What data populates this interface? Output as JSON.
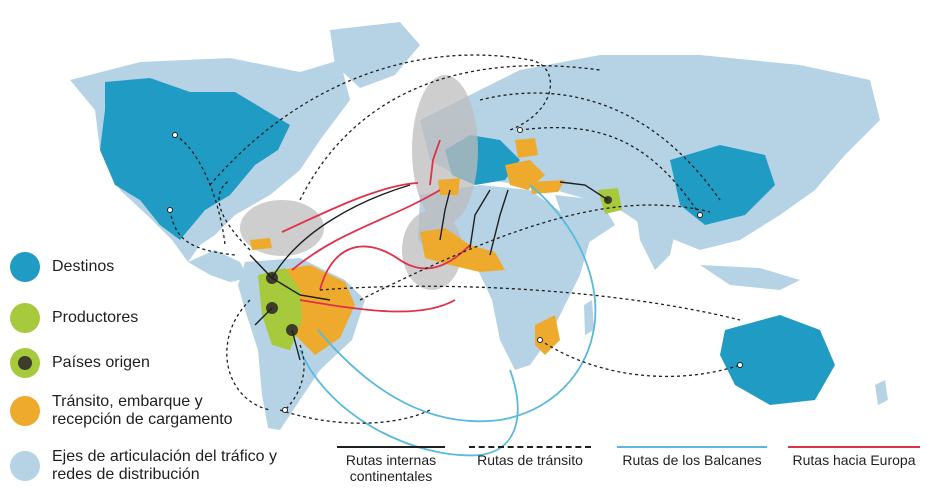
{
  "colors": {
    "ocean": "#ffffff",
    "land": "#b6d3e6",
    "destinos": "#1f9bc4",
    "productores": "#a7c93c",
    "origen": "#3d3d2b",
    "transito": "#eeaa2c",
    "ejes": "#b6d3e6",
    "corridor": "#bdbdbd",
    "route_internal": "#1f1f1f",
    "route_transit": "#1f1f1f",
    "route_balkans": "#5ab9dc",
    "route_europe": "#e0304a"
  },
  "legend": {
    "items": [
      {
        "label": "Destinos",
        "key": "destinos"
      },
      {
        "label": "Productores",
        "key": "productores"
      },
      {
        "label": "Países origen",
        "key": "origen"
      },
      {
        "label": "Tránsito, embarque y\nrecepción de cargamento",
        "key": "transito"
      },
      {
        "label": "Ejes de articulación del tráfico y\nredes de distribución",
        "key": "ejes"
      }
    ]
  },
  "routes": {
    "internal": "Rutas internas\ncontinentales",
    "transit": "Rutas de tránsito",
    "balkans": "Rutas de los Balcanes",
    "europe": "Rutas hacia Europa"
  }
}
